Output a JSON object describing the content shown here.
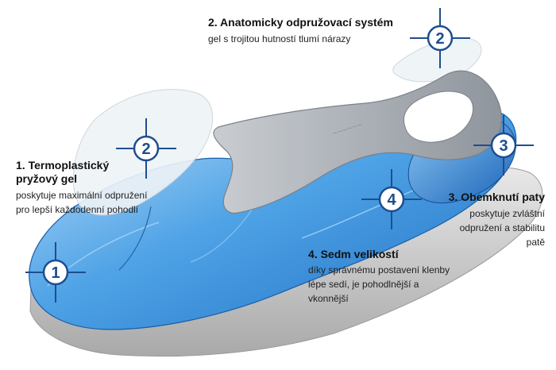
{
  "callouts": {
    "c1": {
      "title": "1. Termoplastický\npryžový gel",
      "desc": "poskytuje maximální odpružení\npro lepší každodenní pohodlí"
    },
    "c2": {
      "title": "2. Anatomicky odpružovací systém",
      "desc": "gel s trojitou hutností tlumí nárazy"
    },
    "c3": {
      "title": "3. Obemknutí paty",
      "desc": "poskytuje zvláštní\nodpružení a stabilitu\npatě"
    },
    "c4": {
      "title": "4. Sedm velikostí",
      "desc": "díky správnému postavení klenby\nlépe sedí, je pohodlnější a\nvkonnější"
    }
  },
  "markers": {
    "m1": "1",
    "m2a": "2",
    "m2b": "2",
    "m3": "3",
    "m4": "4"
  },
  "colors": {
    "marker": "#1d4e8f",
    "gel_blue": "#2e86d8",
    "foam_grey": "#c8c8c8",
    "top_layer": "#a8adb4"
  }
}
